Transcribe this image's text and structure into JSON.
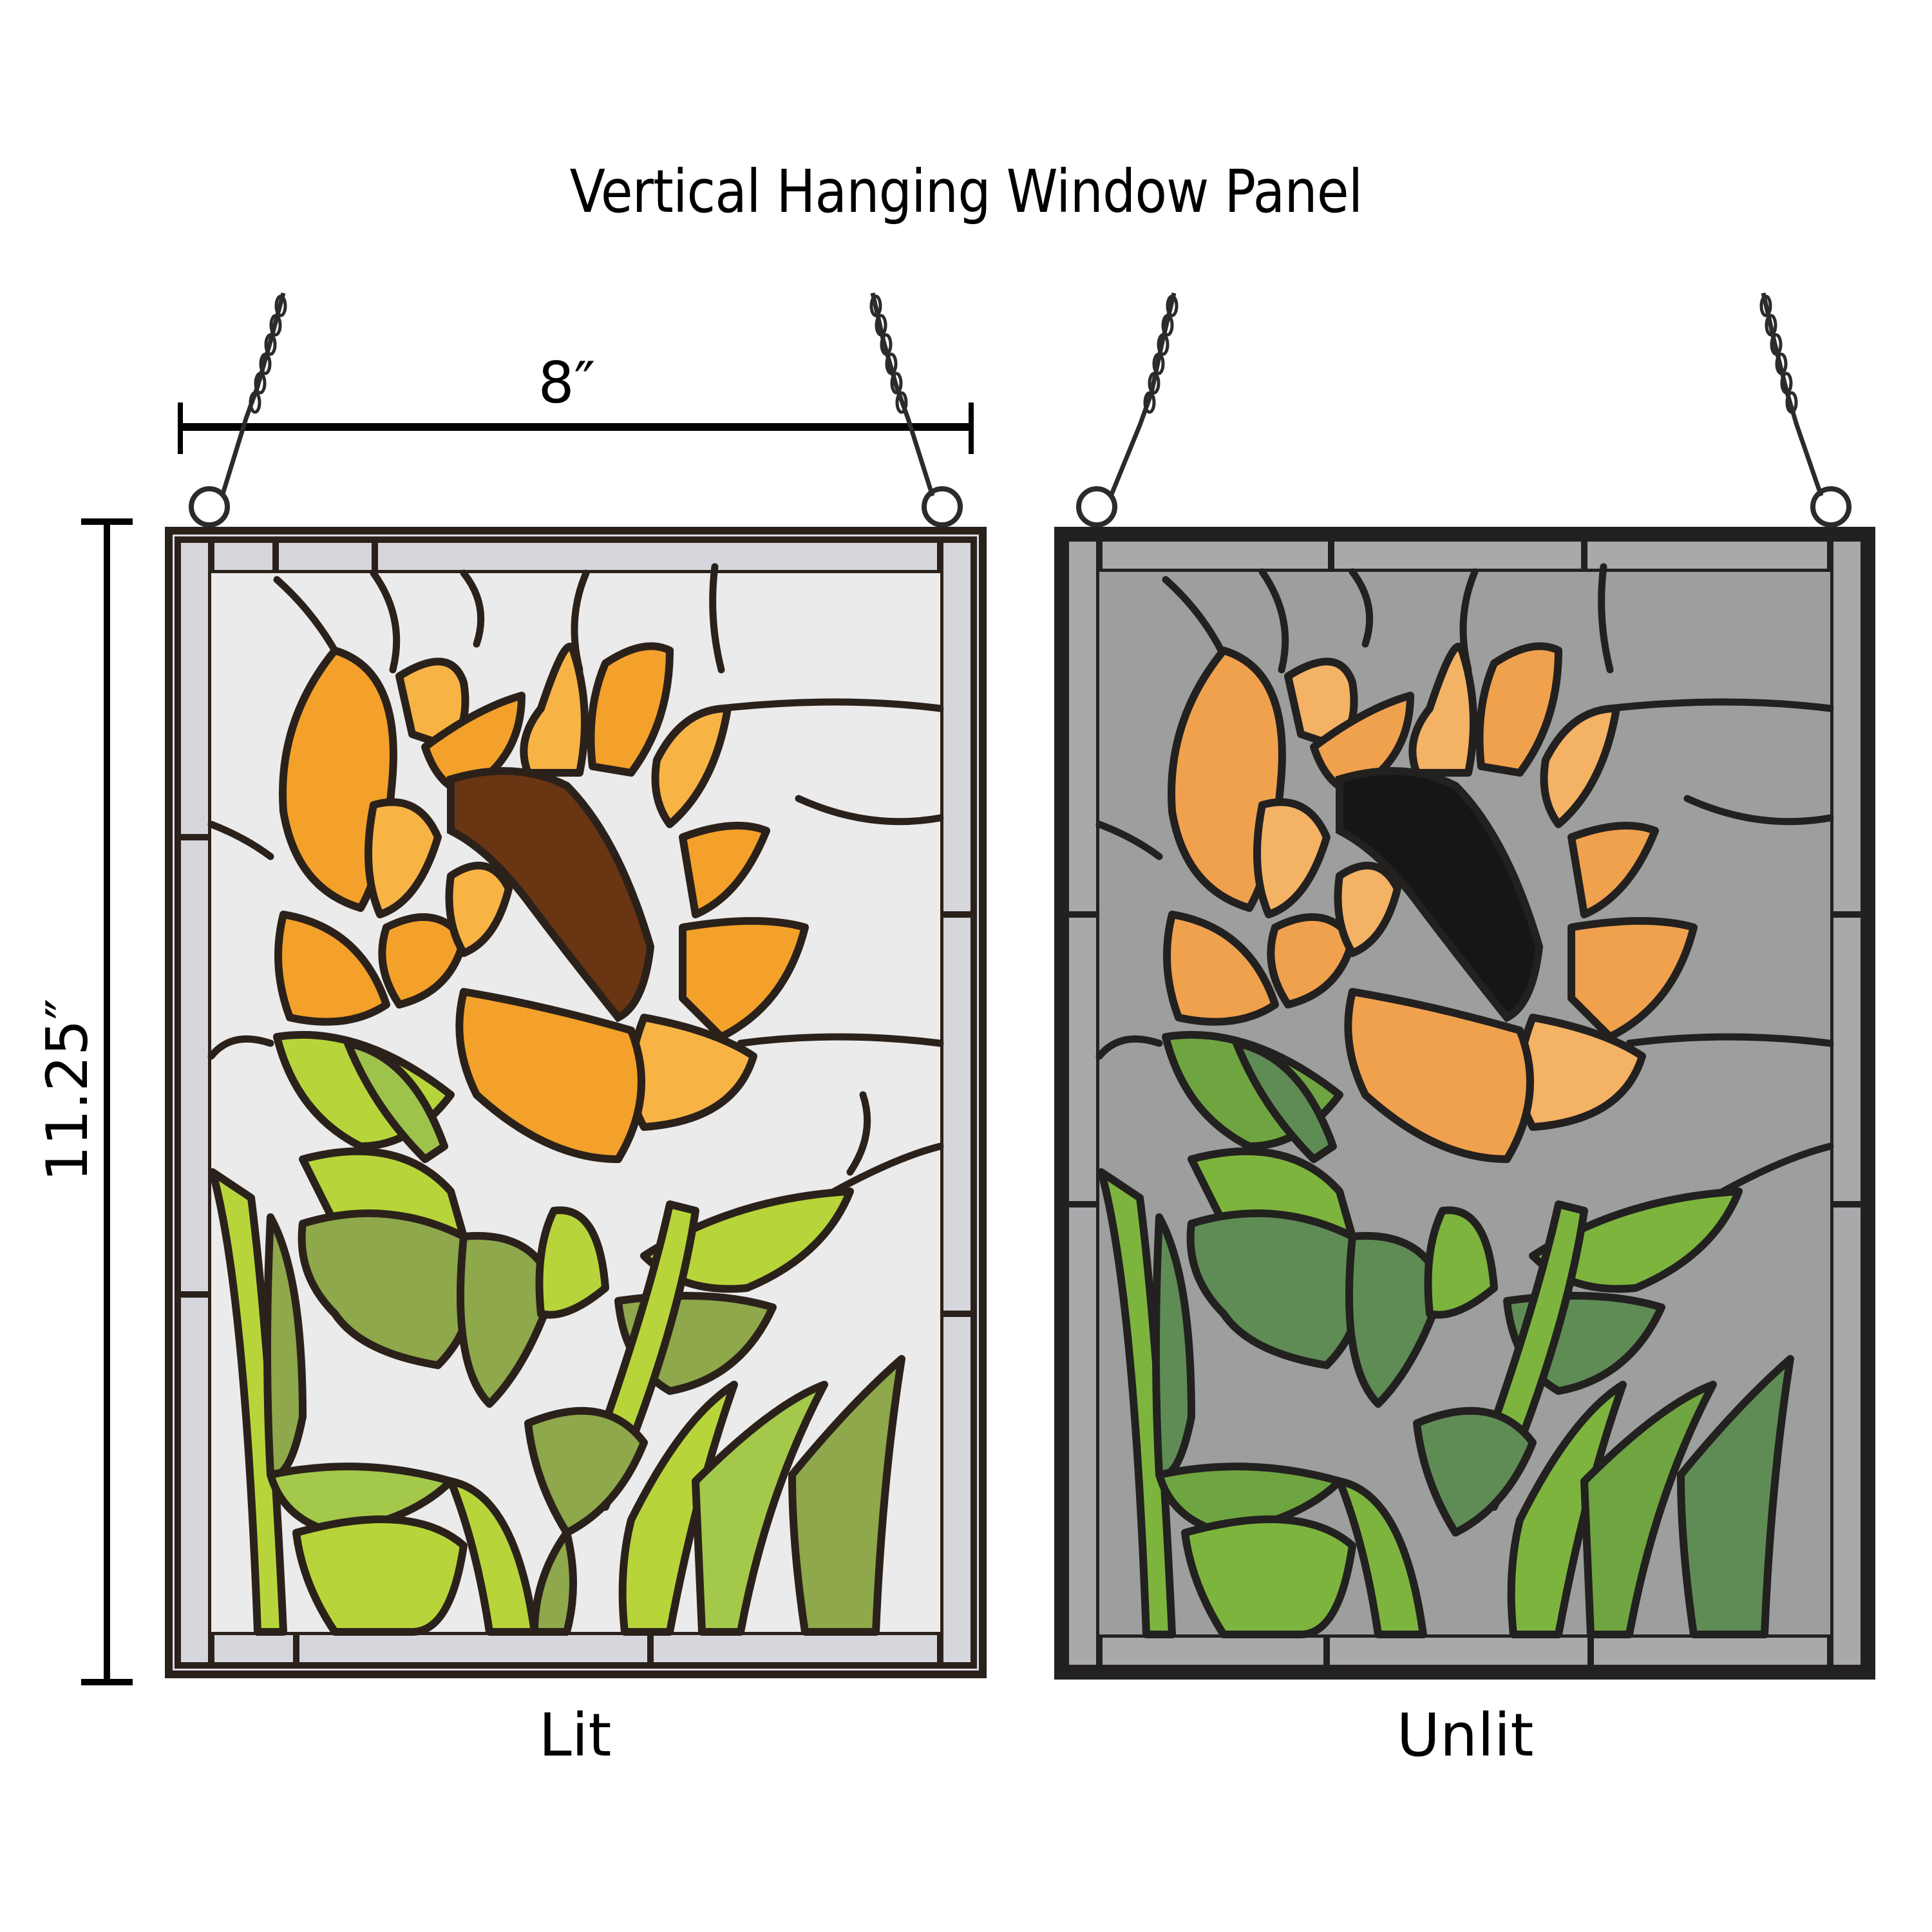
{
  "title": "Vertical Hanging Window Panel",
  "dimensions": {
    "width_label": "8″",
    "height_label": "11.25″"
  },
  "panels": [
    {
      "caption": "Lit",
      "colors": {
        "background_glass": "#e9eaea",
        "border_glass": "#d9dade",
        "lead": "#2b211b",
        "petal": "#f3a12a",
        "petal_light": "#f7b445",
        "center": "#6a3512",
        "leaf_bright": "#b7d53a",
        "leaf_mottled": "#8ea84b"
      }
    },
    {
      "caption": "Unlit",
      "colors": {
        "background_glass": "#9c9f9d",
        "border_glass": "#a9a8ab",
        "lead": "#232020",
        "petal": "#f0a14e",
        "petal_light": "#f4b264",
        "center": "#161616",
        "leaf_bright": "#7db43e",
        "leaf_mottled": "#5f8c55"
      }
    }
  ]
}
